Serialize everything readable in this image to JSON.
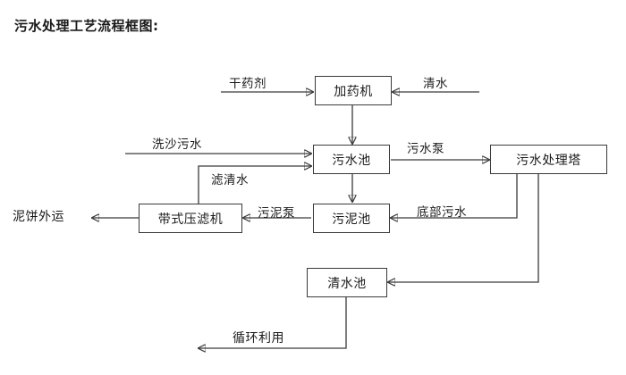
{
  "diagram": {
    "title": "污水处理工艺流程框图:",
    "nodes": [
      {
        "id": "dosing-machine",
        "label": "加药机"
      },
      {
        "id": "wastewater-pool",
        "label": "污水池"
      },
      {
        "id": "treatment-tower",
        "label": "污水处理塔"
      },
      {
        "id": "belt-filter-press",
        "label": "带式压滤机"
      },
      {
        "id": "sludge-pool",
        "label": "污泥池"
      },
      {
        "id": "clean-water-pool",
        "label": "清水池"
      }
    ],
    "edge_labels": [
      {
        "id": "dry-chemical",
        "label": "干药剂"
      },
      {
        "id": "clean-water-in",
        "label": "清水"
      },
      {
        "id": "sand-wash-wastewater",
        "label": "洗沙污水"
      },
      {
        "id": "filtered-clear-water",
        "label": "滤清水"
      },
      {
        "id": "wastewater-pump",
        "label": "污水泵"
      },
      {
        "id": "sludge-pump",
        "label": "污泥泵"
      },
      {
        "id": "bottom-wastewater",
        "label": "底部污水"
      },
      {
        "id": "mud-cake-output",
        "label": "泥饼外运"
      },
      {
        "id": "recycle-reuse",
        "label": "循环利用"
      }
    ],
    "colors": {
      "line": "#3a3a3a",
      "text": "#1a1a1a",
      "background": "#ffffff"
    }
  }
}
